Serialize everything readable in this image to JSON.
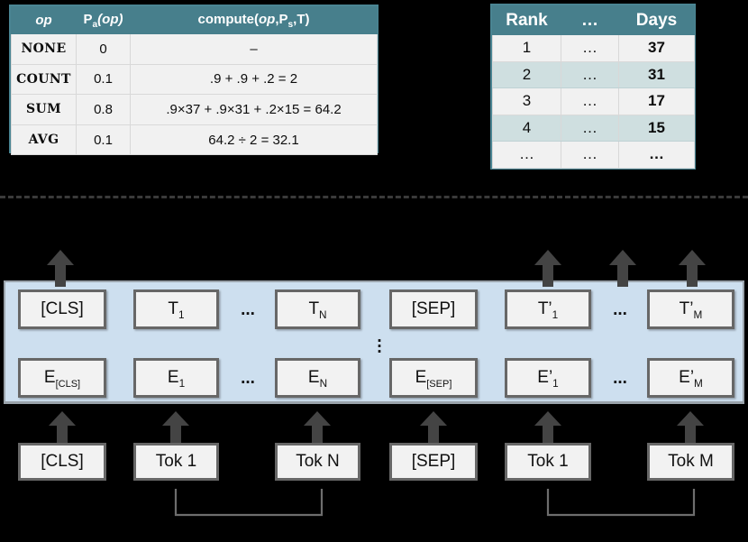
{
  "ops_table": {
    "name": "operation-probability-table",
    "headers": [
      "op",
      "P_a(op)",
      "compute(op,P_s,T)"
    ],
    "header_parts": {
      "col1": "op",
      "col2_main": "P",
      "col2_sub": "a",
      "col2_tail": "(op)",
      "col3_pre": "compute(",
      "col3_op": "op",
      "col3_mid": ",P",
      "col3_sub": "s",
      "col3_tail": ",T)"
    },
    "rows": [
      {
        "op": "NONE",
        "pa": "0",
        "compute": "–"
      },
      {
        "op": "COUNT",
        "pa": "0.1",
        "compute": ".9 + .9 + .2 = 2"
      },
      {
        "op": "SUM",
        "pa": "0.8",
        "compute": ".9×37 + .9×31 + .2×15 = 64.2"
      },
      {
        "op": "AVG",
        "pa": "0.1",
        "compute": "64.2 ÷ 2 = 32.1"
      }
    ]
  },
  "rank_table": {
    "name": "rank-days-table",
    "headers": [
      "Rank",
      "…",
      "Days"
    ],
    "rows": [
      {
        "rank": "1",
        "mid": "…",
        "days": "37",
        "alt": false
      },
      {
        "rank": "2",
        "mid": "…",
        "days": "31",
        "alt": true
      },
      {
        "rank": "3",
        "mid": "…",
        "days": "17",
        "alt": false
      },
      {
        "rank": "4",
        "mid": "…",
        "days": "15",
        "alt": true
      },
      {
        "rank": "…",
        "mid": "…",
        "days": "…",
        "alt": false
      }
    ]
  },
  "bert": {
    "output_row": [
      {
        "id": "cls-out",
        "text": "[CLS]",
        "sub": ""
      },
      {
        "id": "t1-out",
        "text": "T",
        "sub": "1"
      },
      {
        "id": "tn-out",
        "text": "T",
        "sub": "N"
      },
      {
        "id": "sep-out",
        "text": "[SEP]",
        "sub": ""
      },
      {
        "id": "t1p-out",
        "text": "T’",
        "sub": "1"
      },
      {
        "id": "tmp-out",
        "text": "T’",
        "sub": "M"
      }
    ],
    "embedding_row": [
      {
        "id": "ecls-emb",
        "text": "E",
        "sub": "[CLS]"
      },
      {
        "id": "e1-emb",
        "text": "E",
        "sub": "1"
      },
      {
        "id": "en-emb",
        "text": "E",
        "sub": "N"
      },
      {
        "id": "esep-emb",
        "text": "E",
        "sub": "[SEP]"
      },
      {
        "id": "e1p-emb",
        "text": "E’",
        "sub": "1"
      },
      {
        "id": "emp-emb",
        "text": "E’",
        "sub": "M"
      }
    ],
    "token_row": [
      {
        "id": "tok-cls",
        "text": "[CLS]"
      },
      {
        "id": "tok-1a",
        "text": "Tok 1"
      },
      {
        "id": "tok-n",
        "text": "Tok N"
      },
      {
        "id": "tok-sep",
        "text": "[SEP]"
      },
      {
        "id": "tok-1b",
        "text": "Tok 1"
      },
      {
        "id": "tok-m",
        "text": "Tok M"
      }
    ],
    "ellipsis": "...",
    "vertical_ellipsis": "⋮"
  },
  "colors": {
    "header_teal": "#477f8c",
    "panel_blue": "#cddfef",
    "alt_row": "#cfdfe0",
    "box_fill": "#f2f2f2",
    "box_border": "#676767",
    "arrow": "#444444",
    "background": "#000000"
  }
}
